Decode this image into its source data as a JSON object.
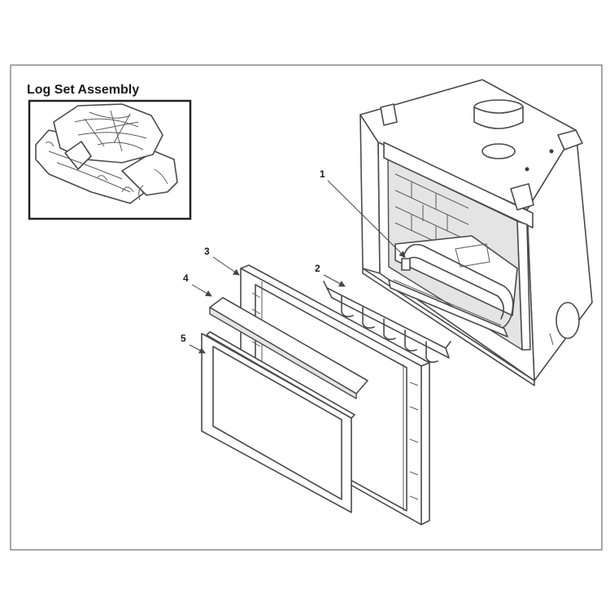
{
  "inset": {
    "title": "Log Set Assembly"
  },
  "callouts": [
    "1",
    "2",
    "3",
    "4",
    "5"
  ]
}
